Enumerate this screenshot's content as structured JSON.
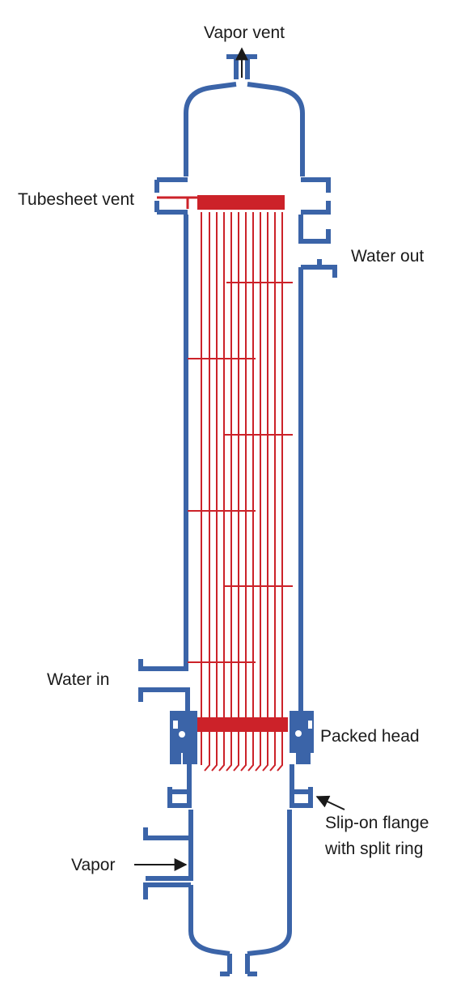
{
  "labels": {
    "vapor_vent": "Vapor vent",
    "tubesheet_vent": "Tubesheet vent",
    "water_out": "Water out",
    "water_in": "Water in",
    "packed_head": "Packed head",
    "slip_on_flange_line1": "Slip-on flange",
    "slip_on_flange_line2": "with split ring",
    "vapor": "Vapor"
  },
  "colors": {
    "shell": "#3b64a8",
    "tubes": "#cc2229",
    "text": "#1a1a1a",
    "background": "#ffffff"
  }
}
